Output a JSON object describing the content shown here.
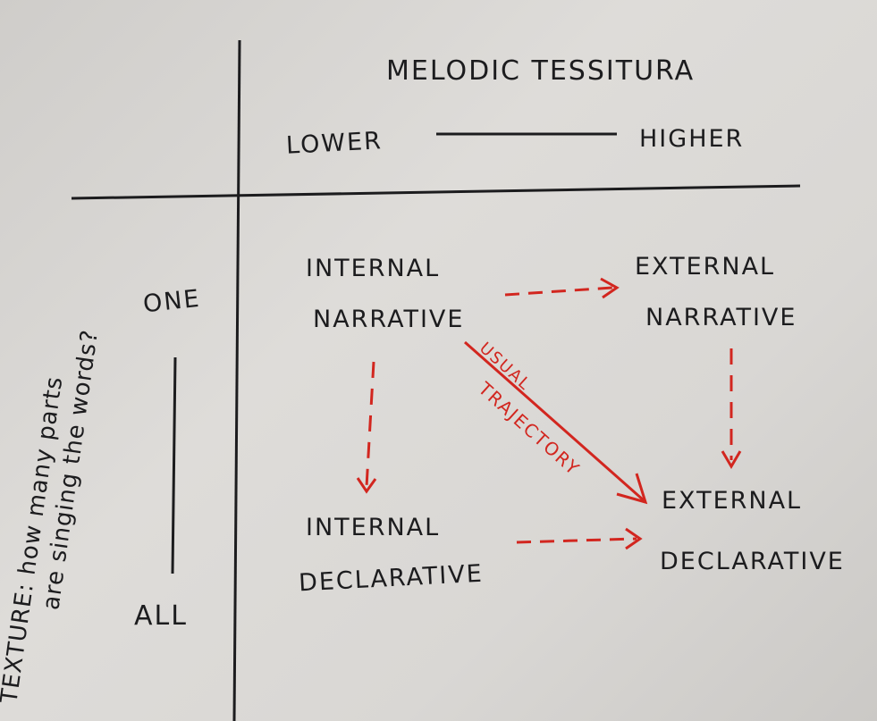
{
  "header": {
    "title": "MELODIC TESSITURA",
    "low_label": "LOWER",
    "high_label": "HIGHER"
  },
  "side": {
    "title_line1": "TEXTURE: how many parts",
    "title_line2": "are singing the words?",
    "top_label": "ONE",
    "bottom_label": "ALL"
  },
  "quadrants": {
    "top_left": {
      "line1": "INTERNAL",
      "line2": "NARRATIVE"
    },
    "top_right": {
      "line1": "EXTERNAL",
      "line2": "NARRATIVE"
    },
    "bottom_left": {
      "line1": "INTERNAL",
      "line2": "DECLARATIVE"
    },
    "bottom_right": {
      "line1": "EXTERNAL",
      "line2": "DECLARATIVE"
    }
  },
  "trajectory": {
    "line1": "USUAL",
    "line2": "TRAJECTORY"
  },
  "colors": {
    "ink": "#1c1c1e",
    "red": "#d2261f"
  }
}
